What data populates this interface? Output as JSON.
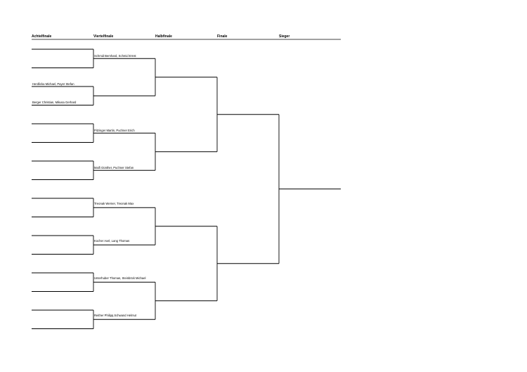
{
  "headers": {
    "round_of_16": "Achtelfinale",
    "quarterfinal": "Viertelfinale",
    "semifinal": "Halbfinale",
    "final": "Finale",
    "winner": "Sieger"
  },
  "round_of_16_slots": [
    "",
    "",
    "Herdlicka Michael, Payer Stefan",
    "Berger Christian, Mikusa Gerhard",
    "",
    "",
    "",
    "",
    "",
    "",
    "",
    "",
    "",
    "",
    "",
    ""
  ],
  "quarterfinal_slots": [
    "Schmid Bernhard, Schmid Ernst",
    "",
    "Pitzinger Martin, Puchner Erich",
    "Maifi Günther, Puchner Stefan",
    "Treonak Werner, Treonak Max",
    "Kocher Axel, Lang Thomas",
    "Unterhuber Thomas, Steinböck Michael",
    "Reither Philipp,Schwand Helmut"
  ],
  "semifinal_slots": [
    "",
    "",
    "",
    ""
  ],
  "final_slots": [
    "",
    ""
  ],
  "winner_slot": "",
  "colors": {
    "line": "#000000",
    "background": "#ffffff"
  }
}
